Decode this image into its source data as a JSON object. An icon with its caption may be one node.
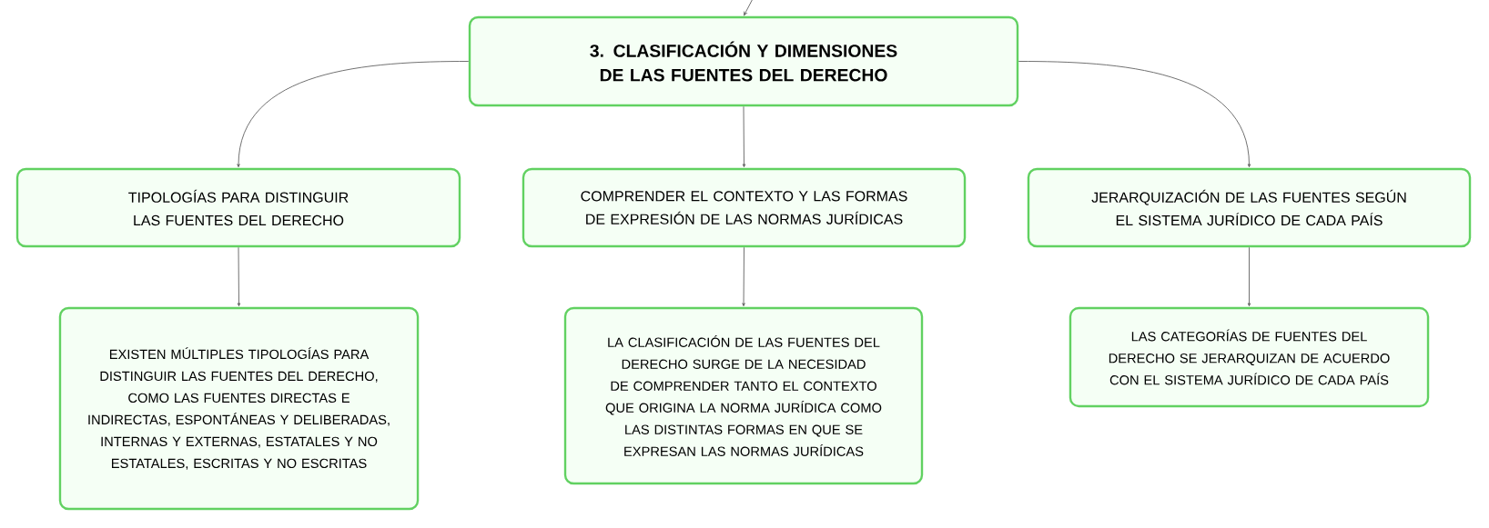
{
  "diagram": {
    "nodes": [
      {
        "text": [
          "3. CLASIFICACIÓN Y DIMENSIONES DE LAS FUENTES DEL DERECHO"
        ]
      },
      {
        "text": [
          "TIPOLOGÍAS PARA DISTINGUIR LAS FUENTES DEL DERECHO"
        ]
      },
      {
        "text": [
          "COMPRENDER EL CONTEXTO Y LAS FORMAS DE EXPRESIÓN DE LAS NORMAS JURÍDICAS"
        ]
      },
      {
        "text": [
          "JERARQUIZACIÓN DE LAS FUENTES SEGÚN EL SISTEMA JURÍDICO DE CADA PAÍS"
        ]
      },
      {
        "text": [
          "EXISTEN MÚLTIPLES TIPOLOGÍAS PARA DISTINGUIR LAS FUENTES DEL DERECHO, COMO LAS FUENTES DIRECTAS E INDIRECTAS, ESPONTÁNEAS Y DELIBERADAS, INTERNAS Y EXTERNAS, ESTATALES Y NO ESTATALES, ESCRITAS Y NO ESCRITAS"
        ]
      },
      {
        "text": [
          "LA CLASIFICACIÓN DE LAS FUENTES DEL DERECHO SURGE DE LA NECESIDAD DE COMPRENDER TANTO EL CONTEXTO QUE ORIGINA LA NORMA JURÍDICA COMO LAS DISTINTAS FORMAS EN QUE SE EXPRESAN LAS NORMAS JURÍDICAS"
        ]
      },
      {
        "text": [
          "LAS CATEGORÍAS DE FUENTES DEL DERECHO SE JERARQUIZAN DE ACUERDO CON EL SISTEMA JURÍDICO DE CADA PAÍS"
        ]
      }
    ],
    "edges": [
      {
        "from": null,
        "to": 0,
        "arrow": "to"
      },
      {
        "from": 0,
        "to": 1,
        "arrow": "to"
      },
      {
        "from": 0,
        "to": 2,
        "arrow": "to"
      },
      {
        "from": 0,
        "to": 3,
        "arrow": "to"
      },
      {
        "from": 1,
        "to": 4,
        "arrow": "to"
      },
      {
        "from": 2,
        "to": 5,
        "arrow": "to"
      },
      {
        "from": 3,
        "to": 6,
        "arrow": "to"
      }
    ]
  }
}
